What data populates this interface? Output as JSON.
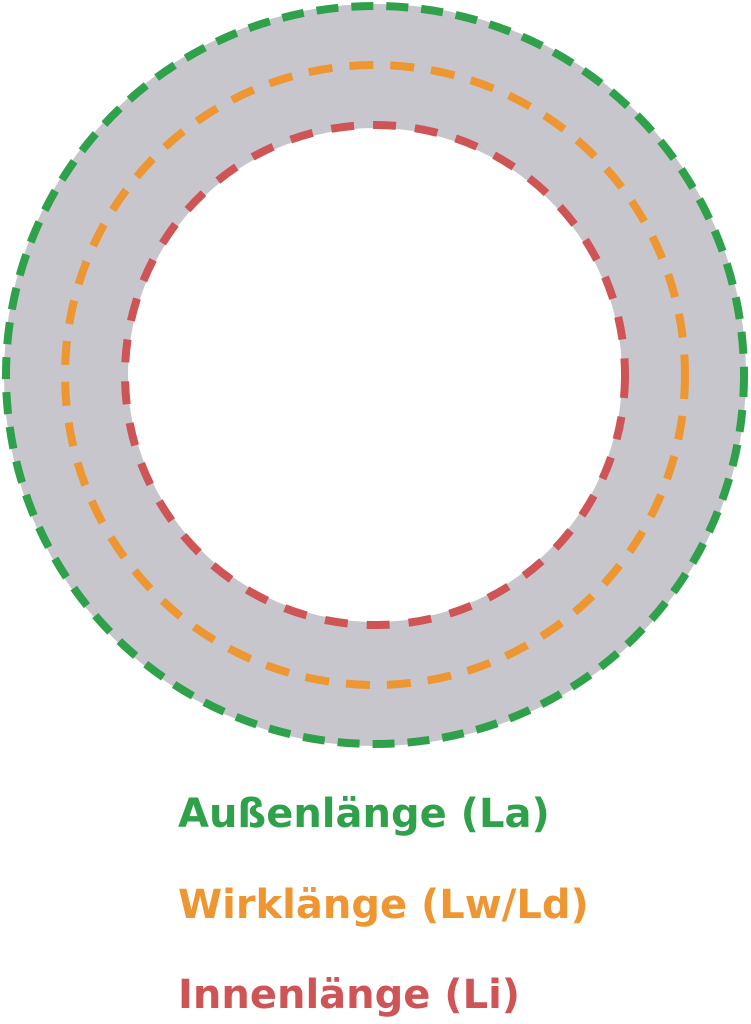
{
  "diagram": {
    "ring_color": "#c6c6cc",
    "background_color": "#ffffff",
    "circles": [
      {
        "key": "outer",
        "color": "#2fa14a"
      },
      {
        "key": "pitch",
        "color": "#ee9632"
      },
      {
        "key": "inner",
        "color": "#cf5456"
      }
    ]
  },
  "legend": {
    "outer": {
      "label": "Außenlänge (La)",
      "color": "#2fa14a"
    },
    "pitch": {
      "label": "Wirklänge (Lw/Ld)",
      "color": "#ee9632"
    },
    "inner": {
      "label": "Innenlänge (Li)",
      "color": "#cf5456"
    }
  }
}
